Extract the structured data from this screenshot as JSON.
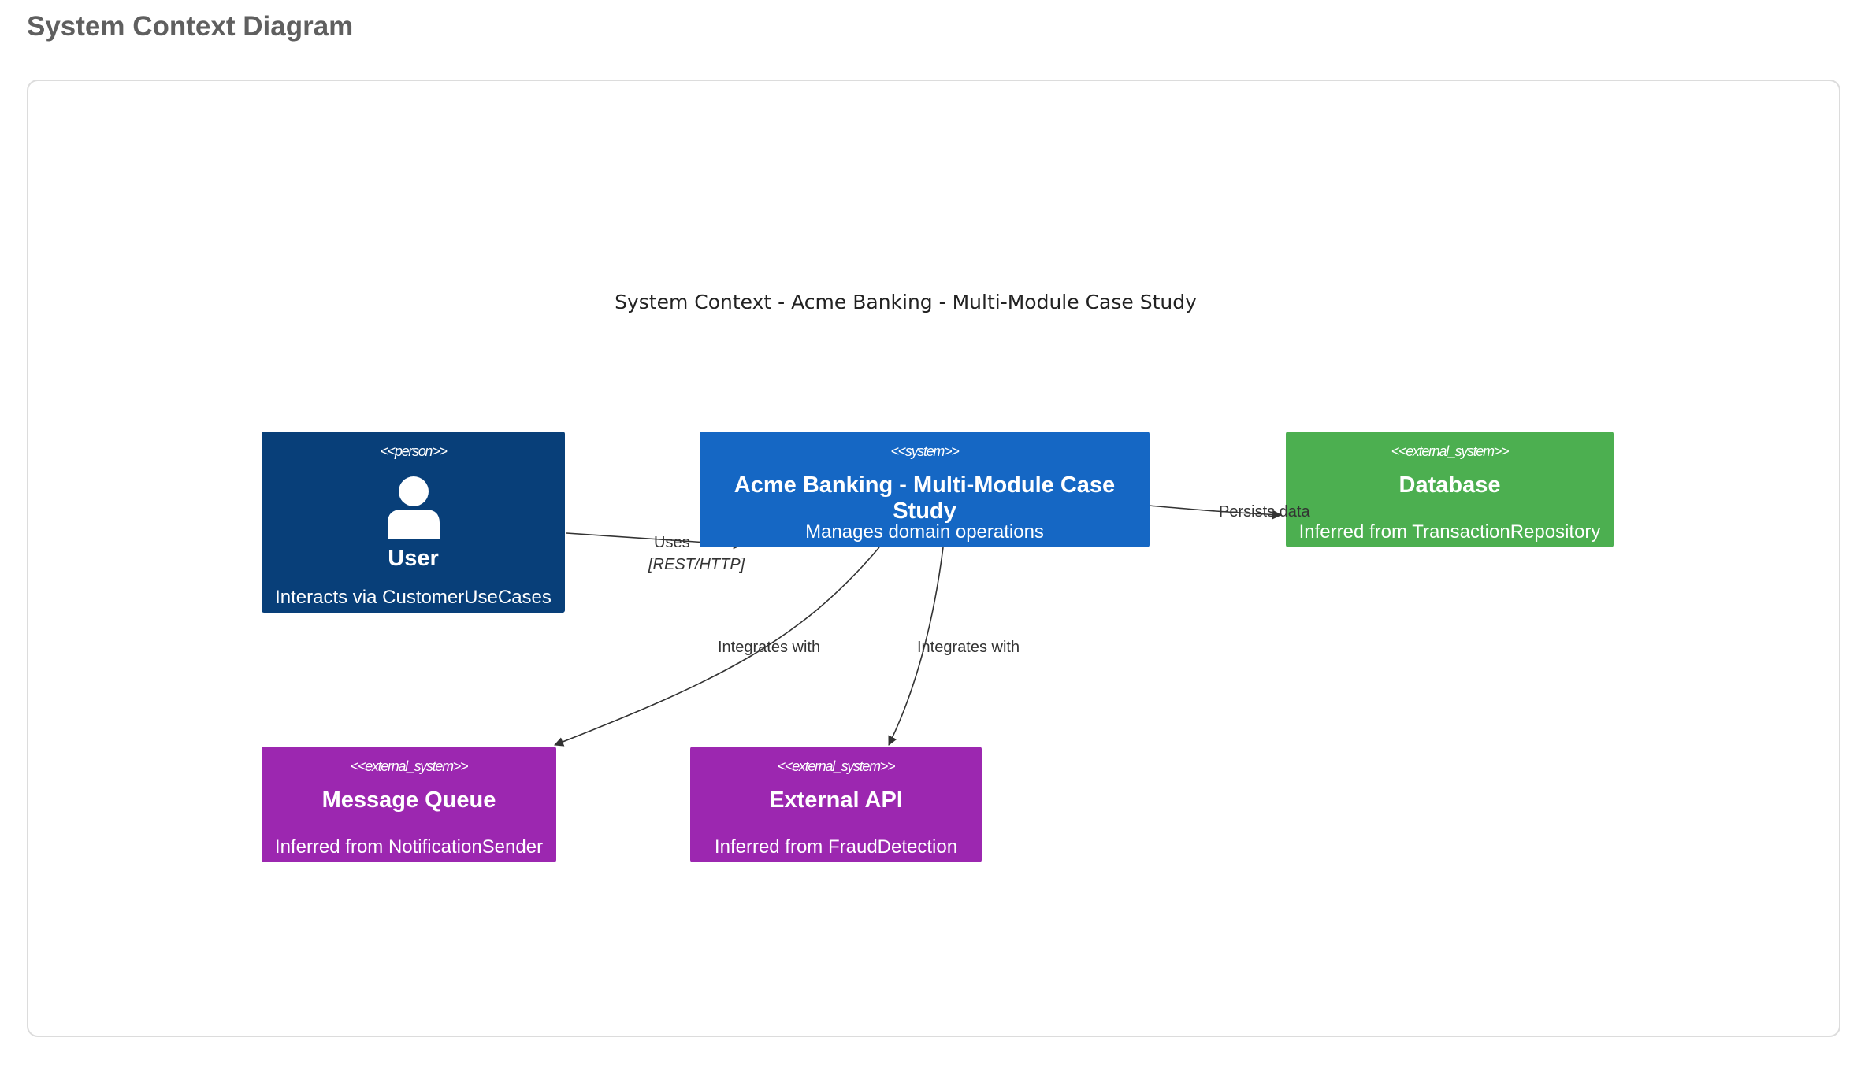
{
  "page": {
    "title": "System Context Diagram"
  },
  "diagram": {
    "title": "System Context - Acme Banking - Multi-Module Case Study",
    "colors": {
      "person": "#083f79",
      "system": "#1567c4",
      "external_db": "#4caf50",
      "external_other": "#9c27b0",
      "edge": "#333333"
    },
    "nodes": {
      "user": {
        "stereotype": "<<person>>",
        "name": "User",
        "description": "Interacts via CustomerUseCases",
        "icon": "person-icon"
      },
      "acme": {
        "stereotype": "<<system>>",
        "name": "Acme Banking - Multi-Module Case Study",
        "description": "Manages domain operations"
      },
      "database": {
        "stereotype": "<<external_system>>",
        "name": "Database",
        "description": "Inferred from TransactionRepository"
      },
      "message_queue": {
        "stereotype": "<<external_system>>",
        "name": "Message Queue",
        "description": "Inferred from NotificationSender"
      },
      "external_api": {
        "stereotype": "<<external_system>>",
        "name": "External API",
        "description": "Inferred from FraudDetection"
      }
    },
    "edges": [
      {
        "from": "User",
        "to": "Acme Banking - Multi-Module Case Study",
        "label": "Uses",
        "technology": "[REST/HTTP]"
      },
      {
        "from": "Acme Banking - Multi-Module Case Study",
        "to": "Database",
        "label": "Persists data"
      },
      {
        "from": "Acme Banking - Multi-Module Case Study",
        "to": "Message Queue",
        "label": "Integrates with"
      },
      {
        "from": "Acme Banking - Multi-Module Case Study",
        "to": "External API",
        "label": "Integrates with"
      }
    ]
  }
}
